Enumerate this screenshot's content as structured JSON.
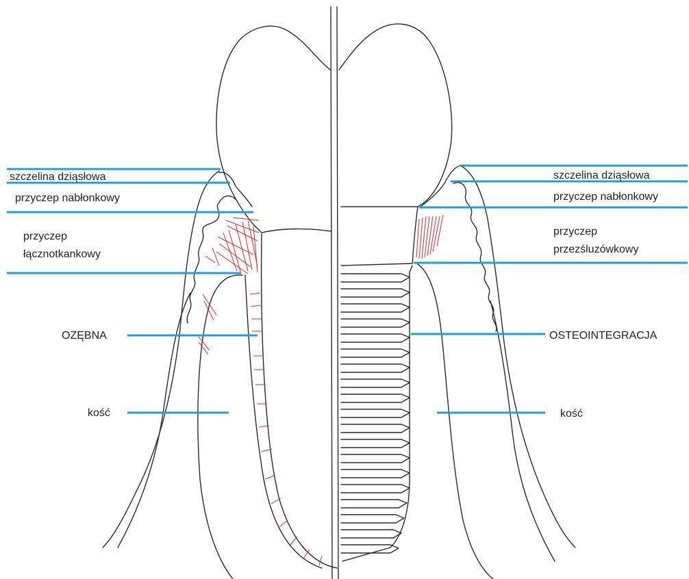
{
  "colors": {
    "callout_line": "#1e9fd8",
    "outline": "#2a2a2a",
    "fibers": "#e0292b",
    "background": "#ffffff"
  },
  "tooth": {
    "labels": {
      "gingival_sulcus": "szczelina dziąsłowa",
      "epithelial_attachment": "przyczep nabłonkowy",
      "connective_attachment_line1": "przyczep",
      "connective_attachment_line2": "łącznotkankowy",
      "periodontal_ligament": "OZĘBNA",
      "bone": "kość"
    }
  },
  "implant": {
    "labels": {
      "gingival_sulcus": "szczelina dziąsłowa",
      "epithelial_attachment": "przyczep nabłonkowy",
      "transmucosal_attachment_line1": "przyczep",
      "transmucosal_attachment_line2": "przezśluzówkowy",
      "osseointegration": "OSTEOINTEGRACJA",
      "bone": "kość"
    }
  }
}
